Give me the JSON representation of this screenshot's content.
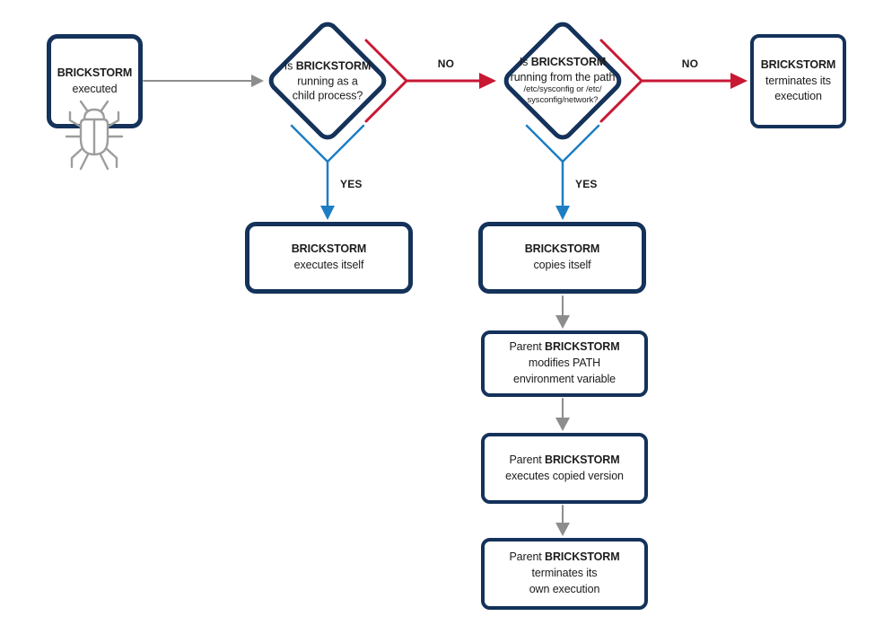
{
  "colors": {
    "navy": "#14325a",
    "red": "#c81834",
    "blue": "#1e7ec3",
    "gray": "#8d8d8d",
    "bug_gray": "#9d9d9d",
    "ink": "#1c1c1c",
    "background": "#ffffff"
  },
  "labels": {
    "no1": "NO",
    "yes1": "YES",
    "no2": "NO",
    "yes2": "YES"
  },
  "nodes": {
    "start": {
      "bold": "BRICKSTORM",
      "line2": "executed",
      "icon": "bug-icon"
    },
    "decision1": {
      "pre": "Is ",
      "bold": "BRICKSTORM",
      "line2": "running as a",
      "line3": "child process?"
    },
    "decision2": {
      "pre": "Is ",
      "bold": "BRICKSTORM",
      "line2": "running from the path",
      "small1": "/etc/sysconfig or /etc/",
      "small2": "sysconfig/network?"
    },
    "terminate": {
      "bold": "BRICKSTORM",
      "line2": "terminates its",
      "line3": "execution"
    },
    "executes_itself": {
      "bold": "BRICKSTORM",
      "line2": "executes itself"
    },
    "copies_itself": {
      "bold": "BRICKSTORM",
      "line2": "copies itself"
    },
    "modifies_path": {
      "pre": "Parent ",
      "bold": "BRICKSTORM",
      "line2": "modifies PATH",
      "line3": "environment variable"
    },
    "executes_copy": {
      "pre": "Parent ",
      "bold": "BRICKSTORM",
      "line2": "executes copied version"
    },
    "terminates_own": {
      "pre": "Parent ",
      "bold": "BRICKSTORM",
      "line2": "terminates its",
      "line3": "own execution"
    }
  }
}
